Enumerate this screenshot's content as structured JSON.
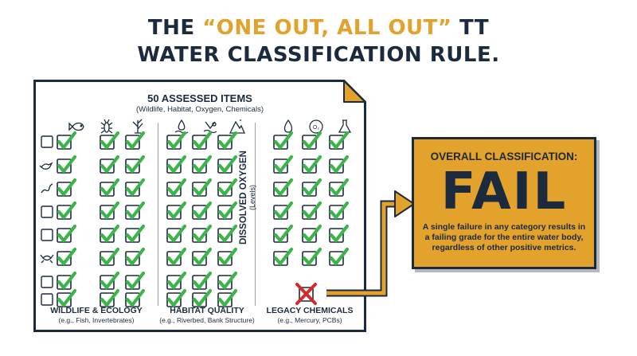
{
  "title": {
    "line1_pre": "THE ",
    "line1_accent": "“ONE OUT, ALL OUT”",
    "line1_post": " TT",
    "line2": "WATER CLASSIFICATION RULE."
  },
  "document": {
    "heading": "50 ASSESSED ITEMS",
    "subheading": "(Wildlife, Habitat, Oxygen, Chemicals)",
    "oxygen_label": "DISSOLVED OXYGEN",
    "oxygen_sublabel": "(Levels)",
    "categories": [
      {
        "label": "WILDLIFE & ECOLOGY",
        "sub": "(e.g., Fish, Invertebrates)"
      },
      {
        "label": "HABITAT QUALITY",
        "sub": "(e.g., Riverbed, Bank Structure)"
      },
      {
        "label": "LEGACY CHEMICALS",
        "sub": "(e.g., Mercury, PCBs)"
      }
    ],
    "column_icons": [
      "fish-icon",
      "insect-icon",
      "plant-icon",
      "water-drop-icon",
      "riverbed-icon",
      "mountain-bank-icon",
      "drop-icon",
      "o2-icon",
      "flask-icon"
    ],
    "row_icons": [
      "none",
      "bird-icon",
      "worm-icon",
      "none",
      "none",
      "crab-icon",
      "none",
      "none"
    ],
    "failed_item": "legacy-chemical-x",
    "colors": {
      "navy": "#1c2a3e",
      "accent": "#e3a22b",
      "check": "#3bb54a",
      "fail": "#d42a2a"
    }
  },
  "result": {
    "heading": "OVERALL CLASSIFICATION:",
    "verdict": "FAIL",
    "description": "A single failure in any category results in a failing grade for the entire water body, regardless of other positive metrics."
  }
}
